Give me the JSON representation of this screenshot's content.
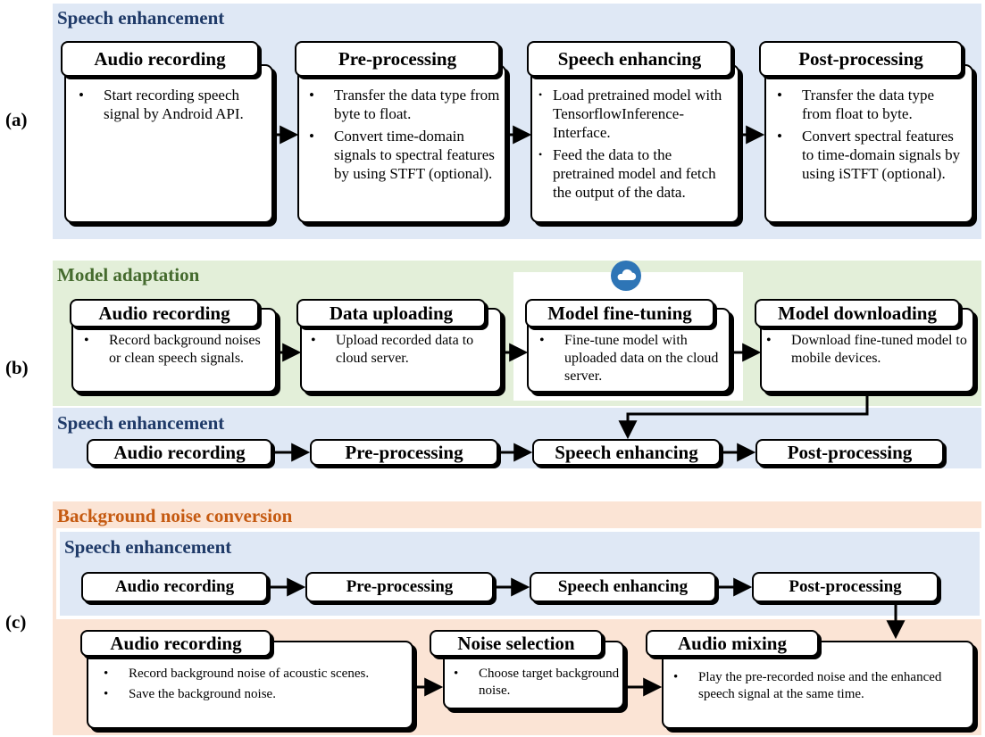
{
  "tags": {
    "a": "(a)",
    "b": "(b)",
    "c": "(c)"
  },
  "panel_a": {
    "title": "Speech enhancement",
    "steps": [
      {
        "label": "Audio recording",
        "bullets": [
          "Start recording speech signal by Android API."
        ]
      },
      {
        "label": "Pre-processing",
        "bullets": [
          "Transfer the data type from byte to float.",
          "Convert time-domain signals to spectral features by using STFT (optional)."
        ]
      },
      {
        "label": "Speech enhancing",
        "bullets": [
          "Load pretrained model with TensorflowInference-Interface.",
          "Feed the data to the pretrained model and fetch the output of the data."
        ]
      },
      {
        "label": "Post-processing",
        "bullets": [
          "Transfer the data type from float to byte.",
          "Convert spectral features to time-domain signals by using iSTFT (optional)."
        ]
      }
    ]
  },
  "panel_b": {
    "title": "Model adaptation",
    "cloud_icon": "cloud-icon",
    "steps": [
      {
        "label": "Audio recording",
        "bullets": [
          "Record background noises or clean speech signals."
        ]
      },
      {
        "label": "Data uploading",
        "bullets": [
          "Upload recorded data to cloud server."
        ]
      },
      {
        "label": "Model fine-tuning",
        "bullets": [
          "Fine-tune model with uploaded data on the cloud server."
        ]
      },
      {
        "label": "Model downloading",
        "bullets": [
          "Download fine-tuned model to mobile devices."
        ]
      }
    ],
    "enh_title": "Speech enhancement",
    "enh_steps": [
      "Audio recording",
      "Pre-processing",
      "Speech enhancing",
      "Post-processing"
    ]
  },
  "panel_c": {
    "title": "Background noise conversion",
    "enh_title": "Speech enhancement",
    "enh_steps": [
      "Audio recording",
      "Pre-processing",
      "Speech enhancing",
      "Post-processing"
    ],
    "steps": [
      {
        "label": "Audio recording",
        "bullets": [
          "Record background noise of acoustic scenes.",
          "Save the background noise."
        ]
      },
      {
        "label": "Noise selection",
        "bullets": [
          "Choose target background noise."
        ]
      },
      {
        "label": "Audio mixing",
        "bullets": [
          "Play the pre-recorded noise and the enhanced speech signal at the same time."
        ]
      }
    ]
  },
  "colors": {
    "blue_panel": "#dfe8f5",
    "green_panel": "#e3efd9",
    "orange_panel": "#fbe4d5",
    "navy": "#1f3a68",
    "green": "#456b2e",
    "orange": "#c55a11",
    "cloud": "#2e75b6"
  }
}
